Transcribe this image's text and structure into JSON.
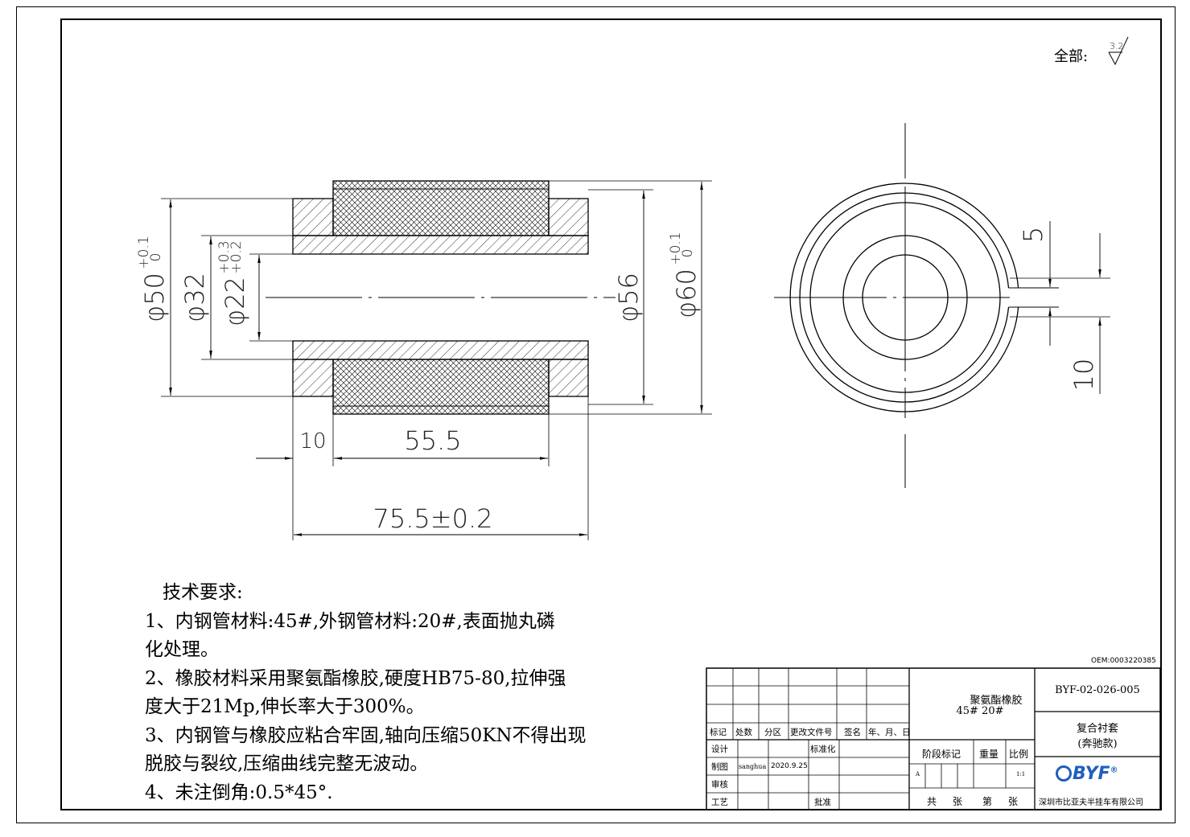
{
  "surface_finish": {
    "label": "全部:",
    "value": "3.2"
  },
  "dimensions": {
    "d50": "φ50",
    "d50_tol_upper": "+0.1",
    "d50_tol_lower": "0",
    "d32": "φ32",
    "d22": "φ22",
    "d22_tol_upper": "+0.3",
    "d22_tol_lower": "+0.2",
    "d56": "φ56",
    "d60": "φ60",
    "d60_tol_upper": "+0.1",
    "d60_tol_lower": "0",
    "len10": "10",
    "len55": "55.5",
    "len75": "75.5±0.2",
    "slot5": "5",
    "slot10": "10"
  },
  "notes": {
    "title": "技术要求:",
    "lines": [
      "1、内钢管材料:45#,外钢管材料:20#,表面抛丸磷",
      "化处理。",
      "2、橡胶材料采用聚氨酯橡胶,硬度HB75-80,拉伸强",
      "度大于21Mp,伸长率大于300%。",
      "3、内钢管与橡胶应粘合牢固,轴向压缩50KN不得出现",
      "脱胶与裂纹,压缩曲线完整无波动。",
      "4、未注倒角:0.5*45°."
    ]
  },
  "oem": "OEM:0003220385",
  "title_block": {
    "revision_headers": [
      "标记",
      "处数",
      "分区",
      "更改文件号",
      "签名",
      "年、月、日"
    ],
    "design": "设计",
    "standardize": "标准化",
    "drafting": "制图",
    "drafter": "sanghua",
    "date": "2020.9.25",
    "review": "审核",
    "process": "工艺",
    "approve": "批准",
    "material_line1": "聚氨酯橡胶",
    "material_line2": "45# 20#",
    "stage_label": "阶段标记",
    "weight_label": "重量",
    "scale_label": "比例",
    "stage_value": "A",
    "scale_value": "1:1",
    "total": "共",
    "sheets": "张",
    "page": "第",
    "sheet2": "张",
    "drawing_no": "BYF-02-026-005",
    "part_name": "复合衬套",
    "part_variant": "(奔驰款)",
    "logo": "BYF",
    "logo_mark": "®",
    "company": "深圳市比亚夫半挂车有限公司"
  }
}
